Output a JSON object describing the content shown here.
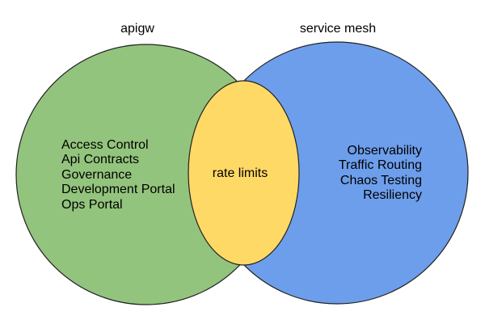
{
  "diagram": {
    "type": "venn",
    "background_color": "#ffffff",
    "stroke_color": "#222222",
    "sets": {
      "left": {
        "label": "apigw",
        "color": "#93c47d",
        "items": [
          "Access Control",
          "Api Contracts",
          "Governance",
          "Development Portal",
          "Ops Portal"
        ]
      },
      "right": {
        "label": "service mesh",
        "color": "#6d9eeb",
        "items": [
          "Observability",
          "Traffic Routing",
          "Chaos Testing",
          "Resiliency"
        ]
      },
      "intersection": {
        "label": "rate limits",
        "color": "#ffd966"
      }
    }
  }
}
